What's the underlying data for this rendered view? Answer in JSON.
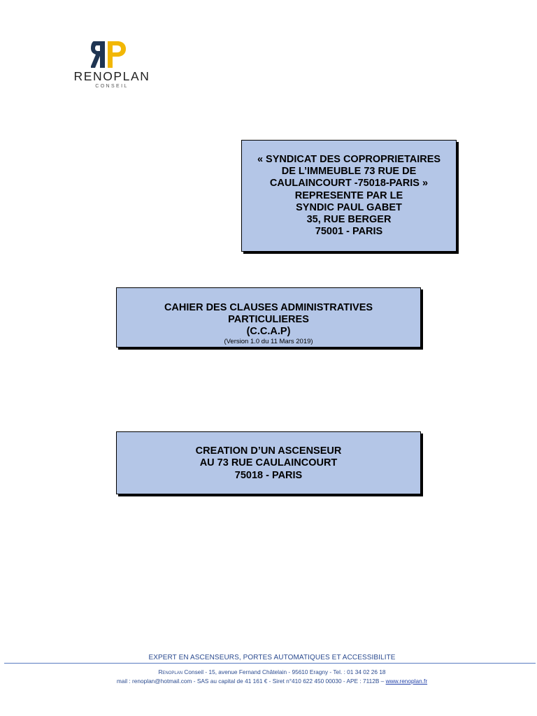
{
  "logo": {
    "name": "RENOPLAN",
    "subtitle": "CONSEIL",
    "colors": {
      "navy": "#1f3552",
      "gold": "#f2b705"
    }
  },
  "addressee_box": {
    "lines": [
      "« SYNDICAT DES COPROPRIETAIRES",
      "DE L’IMMEUBLE 73 RUE DE",
      "CAULAINCOURT -75018-PARIS »",
      "REPRESENTE PAR LE",
      "SYNDIC PAUL GABET",
      "35, RUE BERGER",
      "75001 - PARIS"
    ]
  },
  "document_box": {
    "lines": [
      "CAHIER DES CLAUSES ADMINISTRATIVES",
      "PARTICULIERES",
      "(C.C.A.P)"
    ],
    "version": "(Version 1.0 du 11 Mars 2019)"
  },
  "project_box": {
    "lines": [
      "CREATION D’UN ASCENSEUR",
      "AU 73 RUE CAULAINCOURT",
      "75018 - PARIS"
    ]
  },
  "footer": {
    "tagline": "EXPERT EN ASCENSEURS, PORTES AUTOMATIQUES ET ACCESSIBILITE",
    "company_name": "Renoplan",
    "address_line": "Conseil - 15, avenue Fernand Châtelain  - 95610 Eragny - Tel. : 01 34 02 26 18",
    "contact_line": "mail : renoplan@hotmail.com - SAS au capital de 41 161 € -  Siret n°410 622 450 00030 - APE : 7112B – ",
    "website": "www.renoplan.fr"
  },
  "colors": {
    "box_fill": "#b4c6e7",
    "footer_text": "#2a4a8f"
  }
}
